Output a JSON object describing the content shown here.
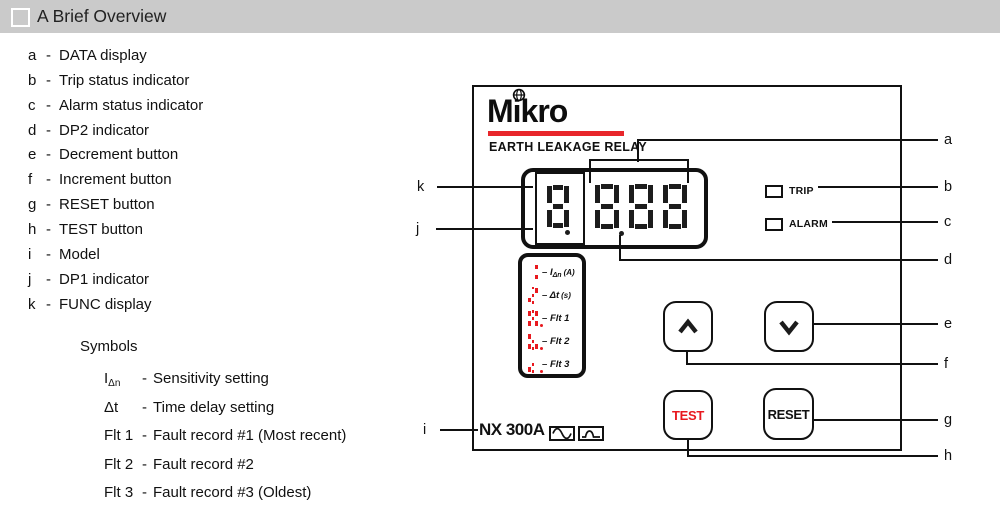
{
  "header": {
    "title": "A Brief Overview"
  },
  "overview_list": {
    "dash": "-",
    "items": [
      {
        "key": "a",
        "label": "DATA display"
      },
      {
        "key": "b",
        "label": "Trip status indicator"
      },
      {
        "key": "c",
        "label": "Alarm status indicator"
      },
      {
        "key": "d",
        "label": "DP2 indicator"
      },
      {
        "key": "e",
        "label": "Decrement button"
      },
      {
        "key": "f",
        "label": "Increment button"
      },
      {
        "key": "g",
        "label": "RESET button"
      },
      {
        "key": "h",
        "label": "TEST button"
      },
      {
        "key": "i",
        "label": "Model"
      },
      {
        "key": "j",
        "label": "DP1 indicator"
      },
      {
        "key": "k",
        "label": "FUNC display"
      }
    ]
  },
  "symbols": {
    "title": "Symbols",
    "dash": "-",
    "items": [
      {
        "base": "I",
        "sub": "Δn",
        "desc": "Sensitivity setting"
      },
      {
        "base": "Δt",
        "sub": "",
        "desc": "Time delay setting"
      },
      {
        "base": "Flt 1",
        "sub": "",
        "desc": "Fault record #1 (Most recent)"
      },
      {
        "base": "Flt 2",
        "sub": "",
        "desc": "Fault record #2"
      },
      {
        "base": "Flt 3",
        "sub": "",
        "desc": "Fault record #3 (Oldest)"
      }
    ]
  },
  "device": {
    "brand": "Mikro",
    "subtitle": "EARTH LEAKAGE RELAY",
    "model": "NX 300A",
    "display": {
      "func_digit": "8",
      "data_digits": [
        "8",
        "8",
        "8"
      ]
    },
    "indicators": [
      {
        "label": "TRIP"
      },
      {
        "label": "ALARM"
      }
    ],
    "legend_dash": "–",
    "legend": [
      {
        "digit": "1",
        "dp": false,
        "base": "I",
        "sub": "Δn",
        "unit": "(A)"
      },
      {
        "digit": "2",
        "dp": false,
        "base": "Δt",
        "sub": "",
        "unit": "(s)"
      },
      {
        "digit": "A",
        "dp": true,
        "base": "Flt 1",
        "sub": "",
        "unit": ""
      },
      {
        "digit": "b",
        "dp": true,
        "base": "Flt 2",
        "sub": "",
        "unit": ""
      },
      {
        "digit": "c",
        "dp": true,
        "base": "Flt 3",
        "sub": "",
        "unit": ""
      }
    ],
    "buttons": {
      "test": "TEST",
      "reset": "RESET"
    },
    "colors": {
      "accent_red": "#e8191f",
      "segment_black": "#1c1c1c"
    }
  },
  "diagram": {
    "callouts_left": [
      "k",
      "j",
      "i"
    ],
    "callouts_right": [
      "a",
      "b",
      "c",
      "d",
      "e",
      "f",
      "g",
      "h"
    ]
  }
}
